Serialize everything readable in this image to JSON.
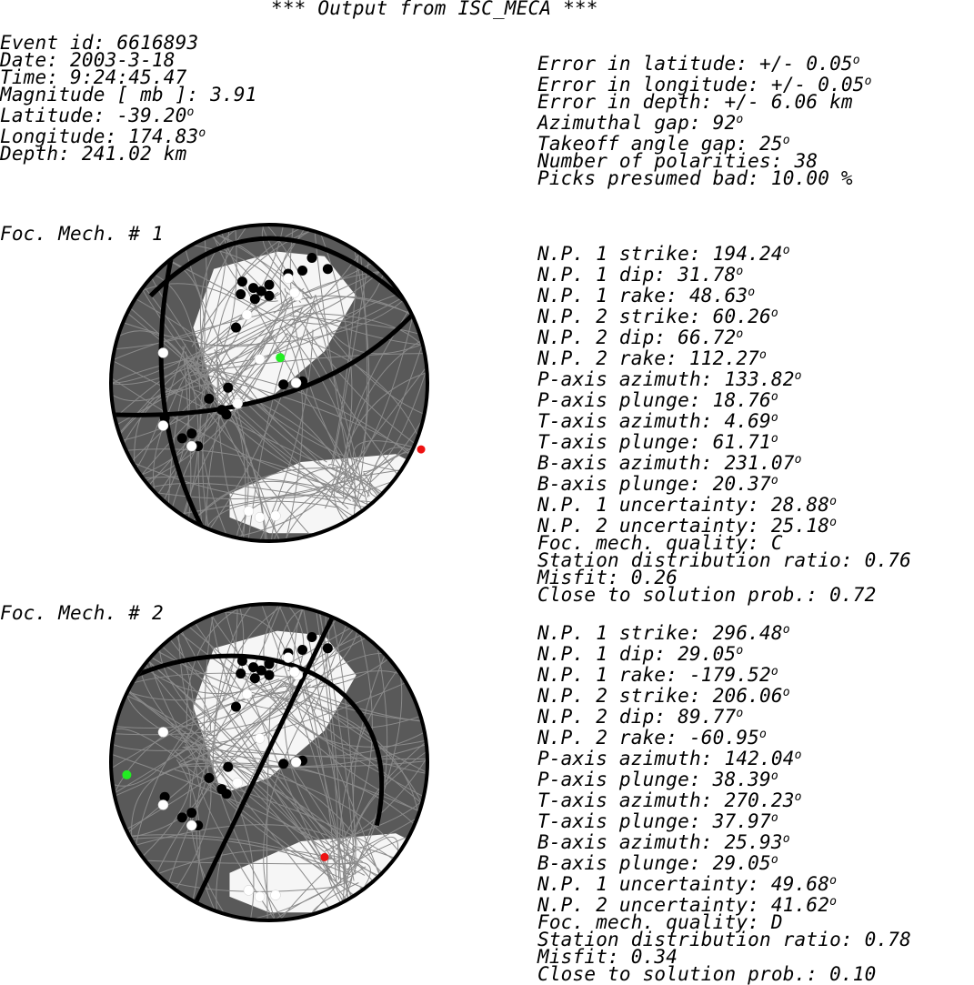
{
  "header": {
    "title": "*** Output from ISC_MECA ***"
  },
  "event": {
    "lines": [
      "Event id: 6616893",
      "Date: 2003-3-18",
      "Time: 9:24:45.47",
      "Magnitude [ mb ]: 3.91",
      "Latitude: -39.20°",
      "Longitude: 174.83°",
      "Depth: 241.02 km"
    ]
  },
  "errors": {
    "lines": [
      "Error in latitude: +/- 0.05°",
      "Error in longitude: +/- 0.05°",
      "Error in depth: +/- 6.06 km",
      "Azimuthal gap: 92°",
      "Takeoff angle gap: 25°",
      "Number of polarities: 38",
      "Picks presumed bad: 10.00 %"
    ]
  },
  "mechanisms": [
    {
      "label": "Foc. Mech. # 1",
      "params": [
        "N.P. 1 strike: 194.24°",
        "N.P. 1 dip: 31.78°",
        "N.P. 1 rake: 48.63°",
        "N.P. 2 strike: 60.26°",
        "N.P. 2 dip: 66.72°",
        "N.P. 2 rake: 112.27°",
        "P-axis azimuth: 133.82°",
        "P-axis plunge: 18.76°",
        "T-axis azimuth: 4.69°",
        "T-axis plunge: 61.71°",
        "B-axis azimuth: 231.07°",
        "B-axis plunge: 20.37°",
        "N.P. 1 uncertainty: 28.88°",
        "N.P. 2 uncertainty: 25.18°",
        "Foc. mech. quality: C",
        "Station distribution ratio: 0.76",
        "Misfit: 0.26",
        "Close to solution prob.: 0.72"
      ],
      "green_dot": [
        0.07,
        0.16
      ],
      "red_dot": [
        0.96,
        -0.42
      ]
    },
    {
      "label": "Foc. Mech. # 2",
      "params": [
        "N.P. 1 strike: 296.48°",
        "N.P. 1 dip: 29.05°",
        "N.P. 1 rake: -179.52°",
        "N.P. 2 strike: 206.06°",
        "N.P. 2 dip: 89.77°",
        "N.P. 2 rake: -60.95°",
        "P-axis azimuth: 142.04°",
        "P-axis plunge: 38.39°",
        "T-axis azimuth: 270.23°",
        "T-axis plunge: 37.97°",
        "B-axis azimuth: 25.93°",
        "B-axis plunge: 29.05°",
        "N.P. 1 uncertainty: 49.68°",
        "N.P. 2 uncertainty: 41.62°",
        "Foc. mech. quality: D",
        "Station distribution ratio: 0.78",
        "Misfit: 0.34",
        "Close to solution prob.: 0.10"
      ],
      "green_dot": [
        -0.9,
        -0.08
      ],
      "red_dot": [
        0.35,
        -0.6
      ]
    }
  ],
  "colors": {
    "beachball_fill": "#595959",
    "curve": "#8a8a8a",
    "white_region": "#ffffff",
    "compression": "#000000",
    "dilatation": "#ffffff",
    "green_station": "#22ee22",
    "red_station": "#ee1111"
  },
  "stations": {
    "black": [
      [
        0.27,
        0.79
      ],
      [
        0.37,
        0.72
      ],
      [
        0.21,
        0.71
      ],
      [
        0.12,
        0.69
      ],
      [
        -0.17,
        0.64
      ],
      [
        -0.18,
        0.56
      ],
      [
        -0.1,
        0.6
      ],
      [
        -0.09,
        0.53
      ],
      [
        0.0,
        0.62
      ],
      [
        0.0,
        0.55
      ],
      [
        -0.05,
        0.58
      ],
      [
        -0.21,
        0.35
      ],
      [
        0.09,
        -0.01
      ],
      [
        0.21,
        0.01
      ],
      [
        -0.26,
        -0.03
      ],
      [
        -0.3,
        -0.17
      ],
      [
        -0.27,
        -0.2
      ],
      [
        -0.38,
        -0.1
      ],
      [
        -0.66,
        -0.22
      ],
      [
        -0.55,
        -0.35
      ],
      [
        -0.49,
        -0.32
      ],
      [
        -0.45,
        -0.4
      ]
    ],
    "white": [
      [
        0.18,
        0.55
      ],
      [
        0.12,
        0.66
      ],
      [
        0.16,
        0.57
      ],
      [
        -0.14,
        0.43
      ],
      [
        -0.67,
        0.19
      ],
      [
        -0.06,
        0.15
      ],
      [
        -0.2,
        -0.13
      ],
      [
        0.17,
        0.0
      ],
      [
        -0.67,
        -0.27
      ],
      [
        -0.49,
        -0.4
      ],
      [
        -0.13,
        -0.81
      ],
      [
        -0.06,
        -0.85
      ],
      [
        0.04,
        -0.84
      ]
    ]
  }
}
